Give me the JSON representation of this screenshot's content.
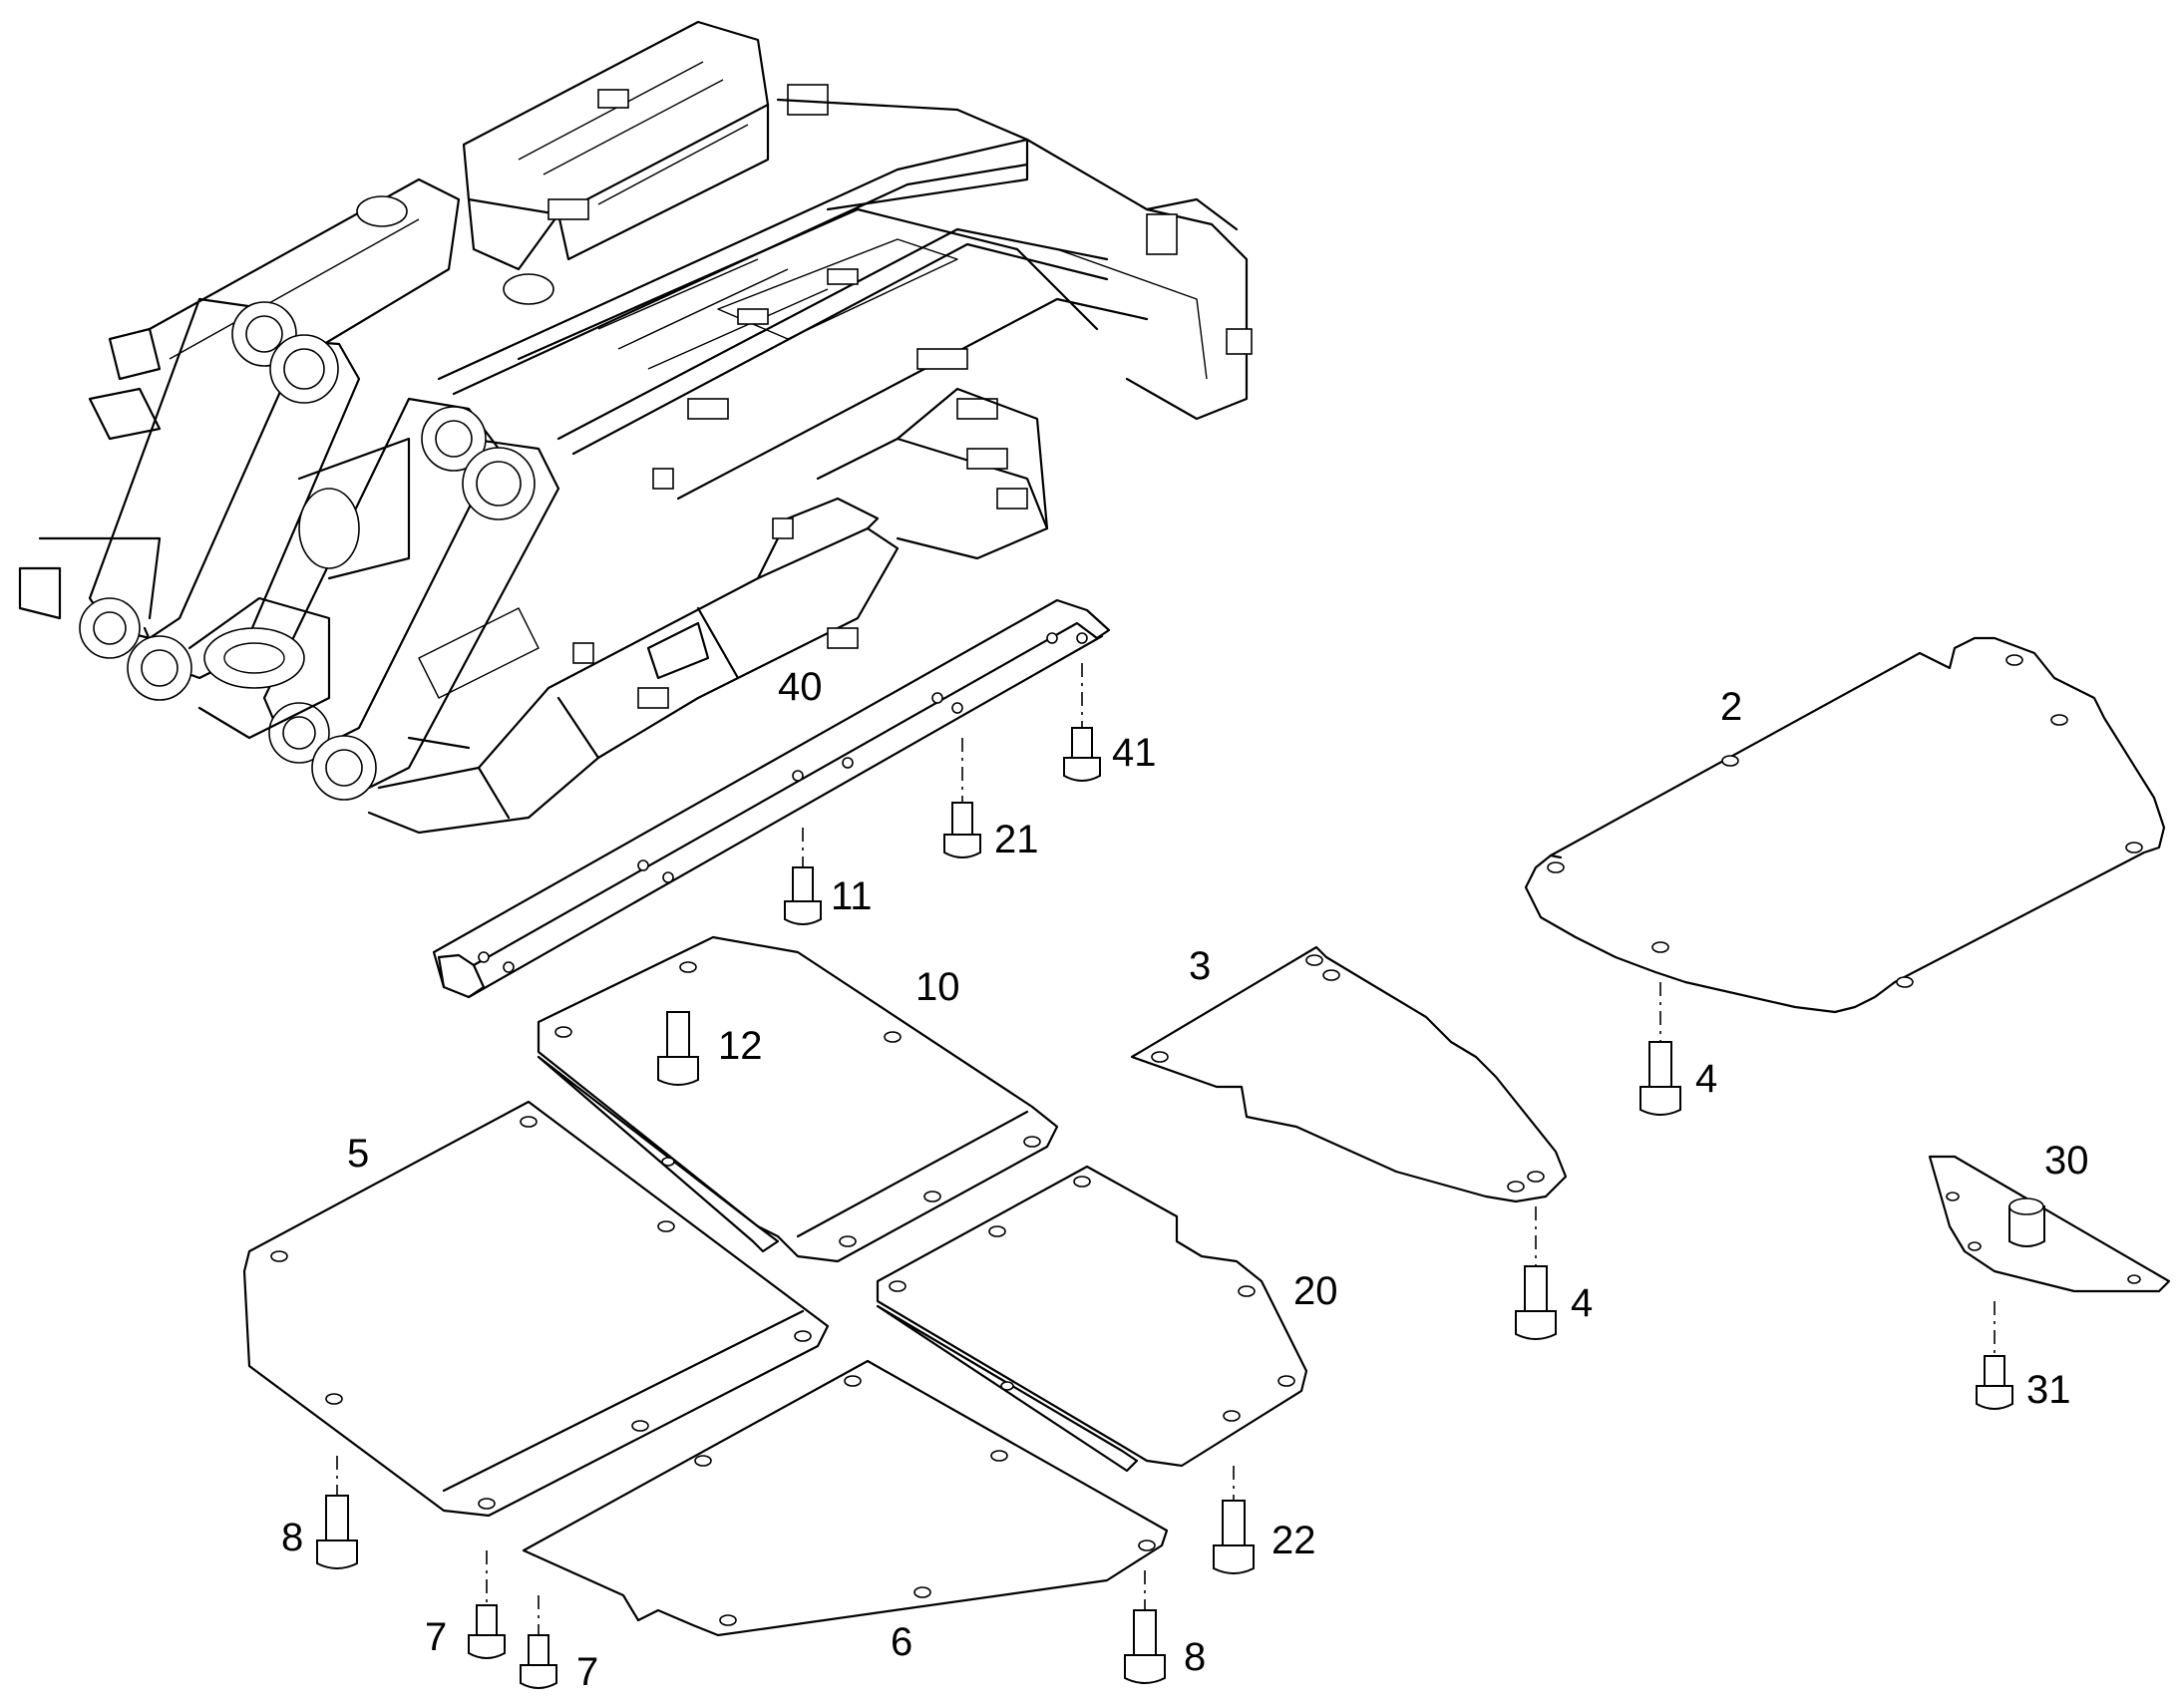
{
  "callouts": {
    "c2": "2",
    "c3": "3",
    "c4a": "4",
    "c4b": "4",
    "c5": "5",
    "c6": "6",
    "c7a": "7",
    "c7b": "7",
    "c8a": "8",
    "c8b": "8",
    "c10": "10",
    "c11": "11",
    "c12": "12",
    "c20": "20",
    "c21": "21",
    "c22": "22",
    "c30": "30",
    "c31": "31",
    "c40": "40",
    "c41": "41"
  }
}
